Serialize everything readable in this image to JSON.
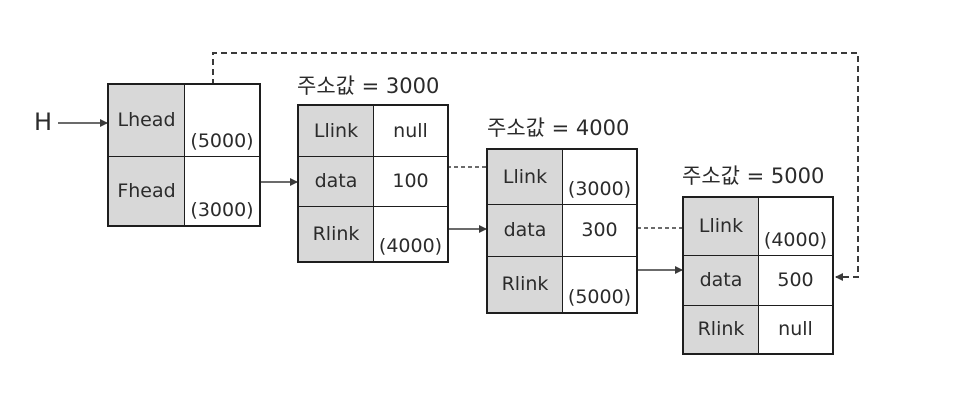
{
  "head_label": "H",
  "head_node": {
    "lhead": "Lhead",
    "lhead_value": "(5000)",
    "fhead": "Fhead",
    "fhead_value": "(3000)"
  },
  "nodes": [
    {
      "title": "주소값 = 3000",
      "llink": "Llink",
      "llink_value": "null",
      "data": "data",
      "data_value": "100",
      "rlink": "Rlink",
      "rlink_value": "(4000)"
    },
    {
      "title": "주소값 = 4000",
      "llink": "Llink",
      "llink_value": "(3000)",
      "data": "data",
      "data_value": "300",
      "rlink": "Rlink",
      "rlink_value": "(5000)"
    },
    {
      "title": "주소값 = 5000",
      "llink": "Llink",
      "llink_value": "(4000)",
      "data": "data",
      "data_value": "500",
      "rlink": "Rlink",
      "rlink_value": "null"
    }
  ]
}
